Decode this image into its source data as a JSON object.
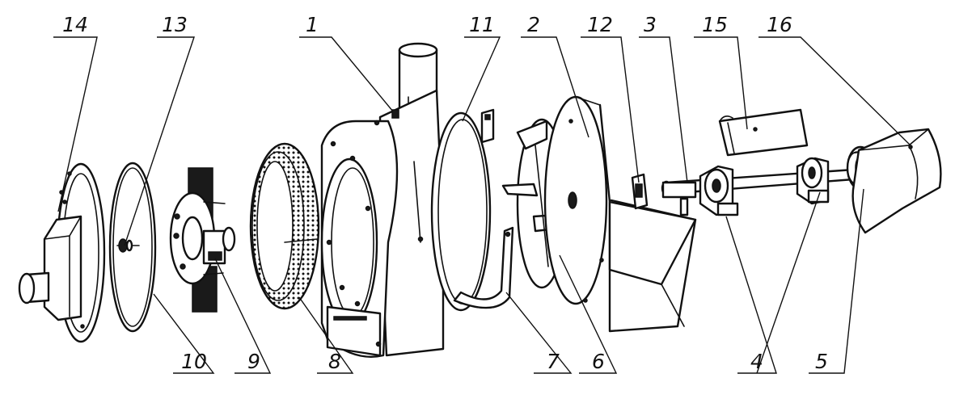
{
  "callouts": [
    {
      "id": "14",
      "text": "14"
    },
    {
      "id": "13",
      "text": "13"
    },
    {
      "id": "1",
      "text": "1"
    },
    {
      "id": "11",
      "text": "11"
    },
    {
      "id": "2",
      "text": "2"
    },
    {
      "id": "12",
      "text": "12"
    },
    {
      "id": "3",
      "text": "3"
    },
    {
      "id": "15",
      "text": "15"
    },
    {
      "id": "16",
      "text": "16"
    },
    {
      "id": "10",
      "text": "10"
    },
    {
      "id": "9",
      "text": "9"
    },
    {
      "id": "8",
      "text": "8"
    },
    {
      "id": "7",
      "text": "7"
    },
    {
      "id": "6",
      "text": "6"
    },
    {
      "id": "4",
      "text": "4"
    },
    {
      "id": "5",
      "text": "5"
    }
  ]
}
